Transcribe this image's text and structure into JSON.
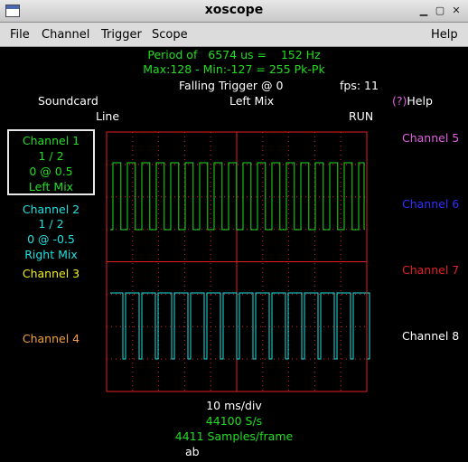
{
  "window": {
    "title": "xoscope"
  },
  "menu": {
    "file": "File",
    "channel": "Channel",
    "trigger": "Trigger",
    "scope": "Scope",
    "help": "Help"
  },
  "readout": {
    "period": "Period of   6574 us =    152 Hz",
    "minmax": "Max:128 - Min:-127 = 255 Pk-Pk",
    "trigger": "Falling Trigger @ 0",
    "fps": "fps: 11",
    "source": "Soundcard",
    "mix": "Left Mix",
    "help_key": "(?)",
    "help_label": "Help",
    "line": "Line",
    "run": "RUN"
  },
  "channels": {
    "ch1": {
      "name": "Channel 1",
      "scale": "1 / 2",
      "position": "0 @ 0.5",
      "source": "Left Mix",
      "color": "#22dd22"
    },
    "ch2": {
      "name": "Channel 2",
      "scale": "1 / 2",
      "position": "0 @ -0.5",
      "source": "Right Mix",
      "color": "#22e0e0"
    },
    "ch3": {
      "name": "Channel 3",
      "color": "#f0f020"
    },
    "ch4": {
      "name": "Channel 4",
      "color": "#f0a040"
    },
    "ch5": {
      "name": "Channel 5",
      "color": "#e060e0"
    },
    "ch6": {
      "name": "Channel 6",
      "color": "#3030ff"
    },
    "ch7": {
      "name": "Channel 7",
      "color": "#e02020"
    },
    "ch8": {
      "name": "Channel 8",
      "color": "#ffffff"
    }
  },
  "timebase": {
    "div": "10 ms/div",
    "rate": "44100 S/s",
    "samples": "4411 Samples/frame",
    "extra": "ab"
  },
  "graticule": {
    "color": "#e02020",
    "h_divisions": 10,
    "v_divisions": 8
  }
}
